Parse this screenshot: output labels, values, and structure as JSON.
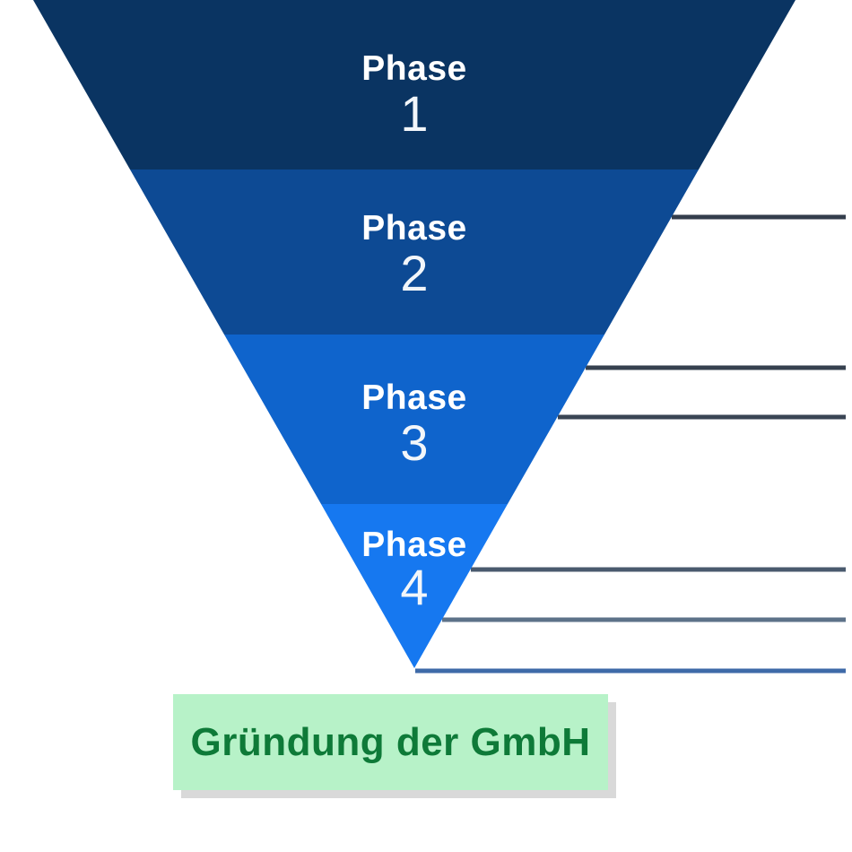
{
  "canvas": {
    "background": "#ffffff"
  },
  "funnel": {
    "segments": [
      {
        "label": "Phase",
        "number": "1",
        "color": "#0a3462"
      },
      {
        "label": "Phase",
        "number": "2",
        "color": "#0d4a94"
      },
      {
        "label": "Phase",
        "number": "3",
        "color": "#0f64cc"
      },
      {
        "label": "Phase",
        "number": "4",
        "color": "#1678f0"
      }
    ],
    "text_color": "#ffffff"
  },
  "leader_lines": [
    {
      "color": "#343e4c"
    },
    {
      "color": "#36414f"
    },
    {
      "color": "#3a4554"
    },
    {
      "color": "#4a5a6e"
    },
    {
      "color": "#5d7289"
    },
    {
      "color": "#3e6aa8"
    }
  ],
  "result": {
    "label": "Gründung der GmbH",
    "background": "#b7f2c8",
    "text_color": "#0e7a38"
  },
  "chart_data": {
    "type": "funnel",
    "orientation": "inverted-pyramid",
    "stages": [
      {
        "name": "Phase 1",
        "relative_width": 1.0
      },
      {
        "name": "Phase 2",
        "relative_width": 0.746
      },
      {
        "name": "Phase 3",
        "relative_width": 0.499
      },
      {
        "name": "Phase 4",
        "relative_width": 0.245
      }
    ],
    "outcome": "Gründung der GmbH",
    "leader_line_count": 6,
    "legend": "none",
    "title": ""
  }
}
